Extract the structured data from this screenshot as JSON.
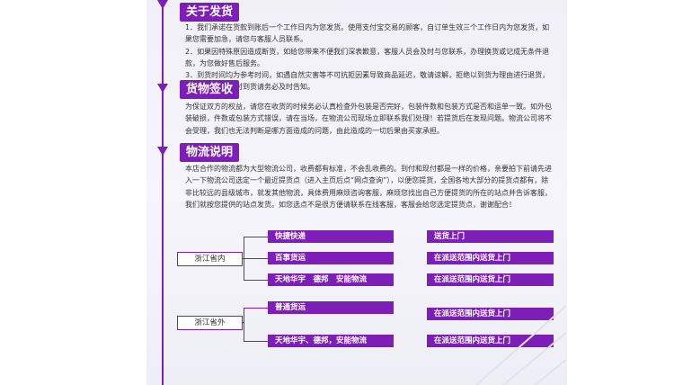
{
  "sections": {
    "shipping": {
      "title": "关于发货",
      "paragraphs": [
        "1．我们承诺在货款到账后一个工作日内为您发货。使用支付宝交易的顾客，自订单生效三个工作日内为您发货，如果您需要加急，请您与客服人员联系。",
        "2．如果因特殊原因造成断货，如给您带来不便我们深表歉意，客服人员会及时与您联系，办理换货或记成无条件退款，为您做好售后服务。",
        "3．到货时间均为参考时间，如遇自然灾害等不可抗拒因素导致商品延迟，敬请谅解，拒绝以到货为理由进行退货，如需加急及其准时到货请务必及时告知。"
      ]
    },
    "receipt": {
      "title": "货物签收",
      "paragraph": "为保证双方的权益，请您在收货的时候务必认真检查外包装是否完好，包装件数和包装方式是否和运单一致。如外包装破损，件数或包装方式错误，请在当场，在物流公司现场立即联系我们处理！若提货后在发现问题。物流公司将不会受理，我们也无法判断是哪方面造成的问题，由此造成的一切后果由买家承担。"
    },
    "logistics": {
      "title": "物流说明",
      "paragraph": "本店合作的物流都为大型物流公司，收费都有标准，不会乱收费的。到付和现付都是一样的价格，亲要拍下前请先进入一下物流公司选定一个最近提货点（进入主页后点“网点查询”），以便您提货，全国各地大部分的提货点都有，除非比较远的县级城市，就发其他物流，具体费用麻烦咨询客服，麻烦您找出自己方便提货的所在的站点并告诉客服，我们就按您提供的站点发货。如您选点不是很方便请联系在线客服，客服会给您选定提货点，谢谢配合！"
    }
  },
  "diagram": {
    "regions": [
      {
        "name": "浙江省内",
        "rows": [
          {
            "carrier": "快捷快递",
            "service": "送货上门"
          },
          {
            "carrier": "百事货运",
            "service": "在派送范围内送货上门"
          },
          {
            "carrier": "天地华宇　德邦　安能物流",
            "service": "在派送范围内送货上门"
          }
        ]
      },
      {
        "name": "浙江省外",
        "rows": [
          {
            "carrier": "普通货运",
            "service": "在派送范围内送货上门"
          },
          {
            "carrier": "天地华宇、德邦，安能物流",
            "service": "在派送范围内送货上门"
          }
        ]
      }
    ]
  },
  "colors": {
    "accent": "#7d1fb6",
    "panel": "#f2f1f8"
  }
}
